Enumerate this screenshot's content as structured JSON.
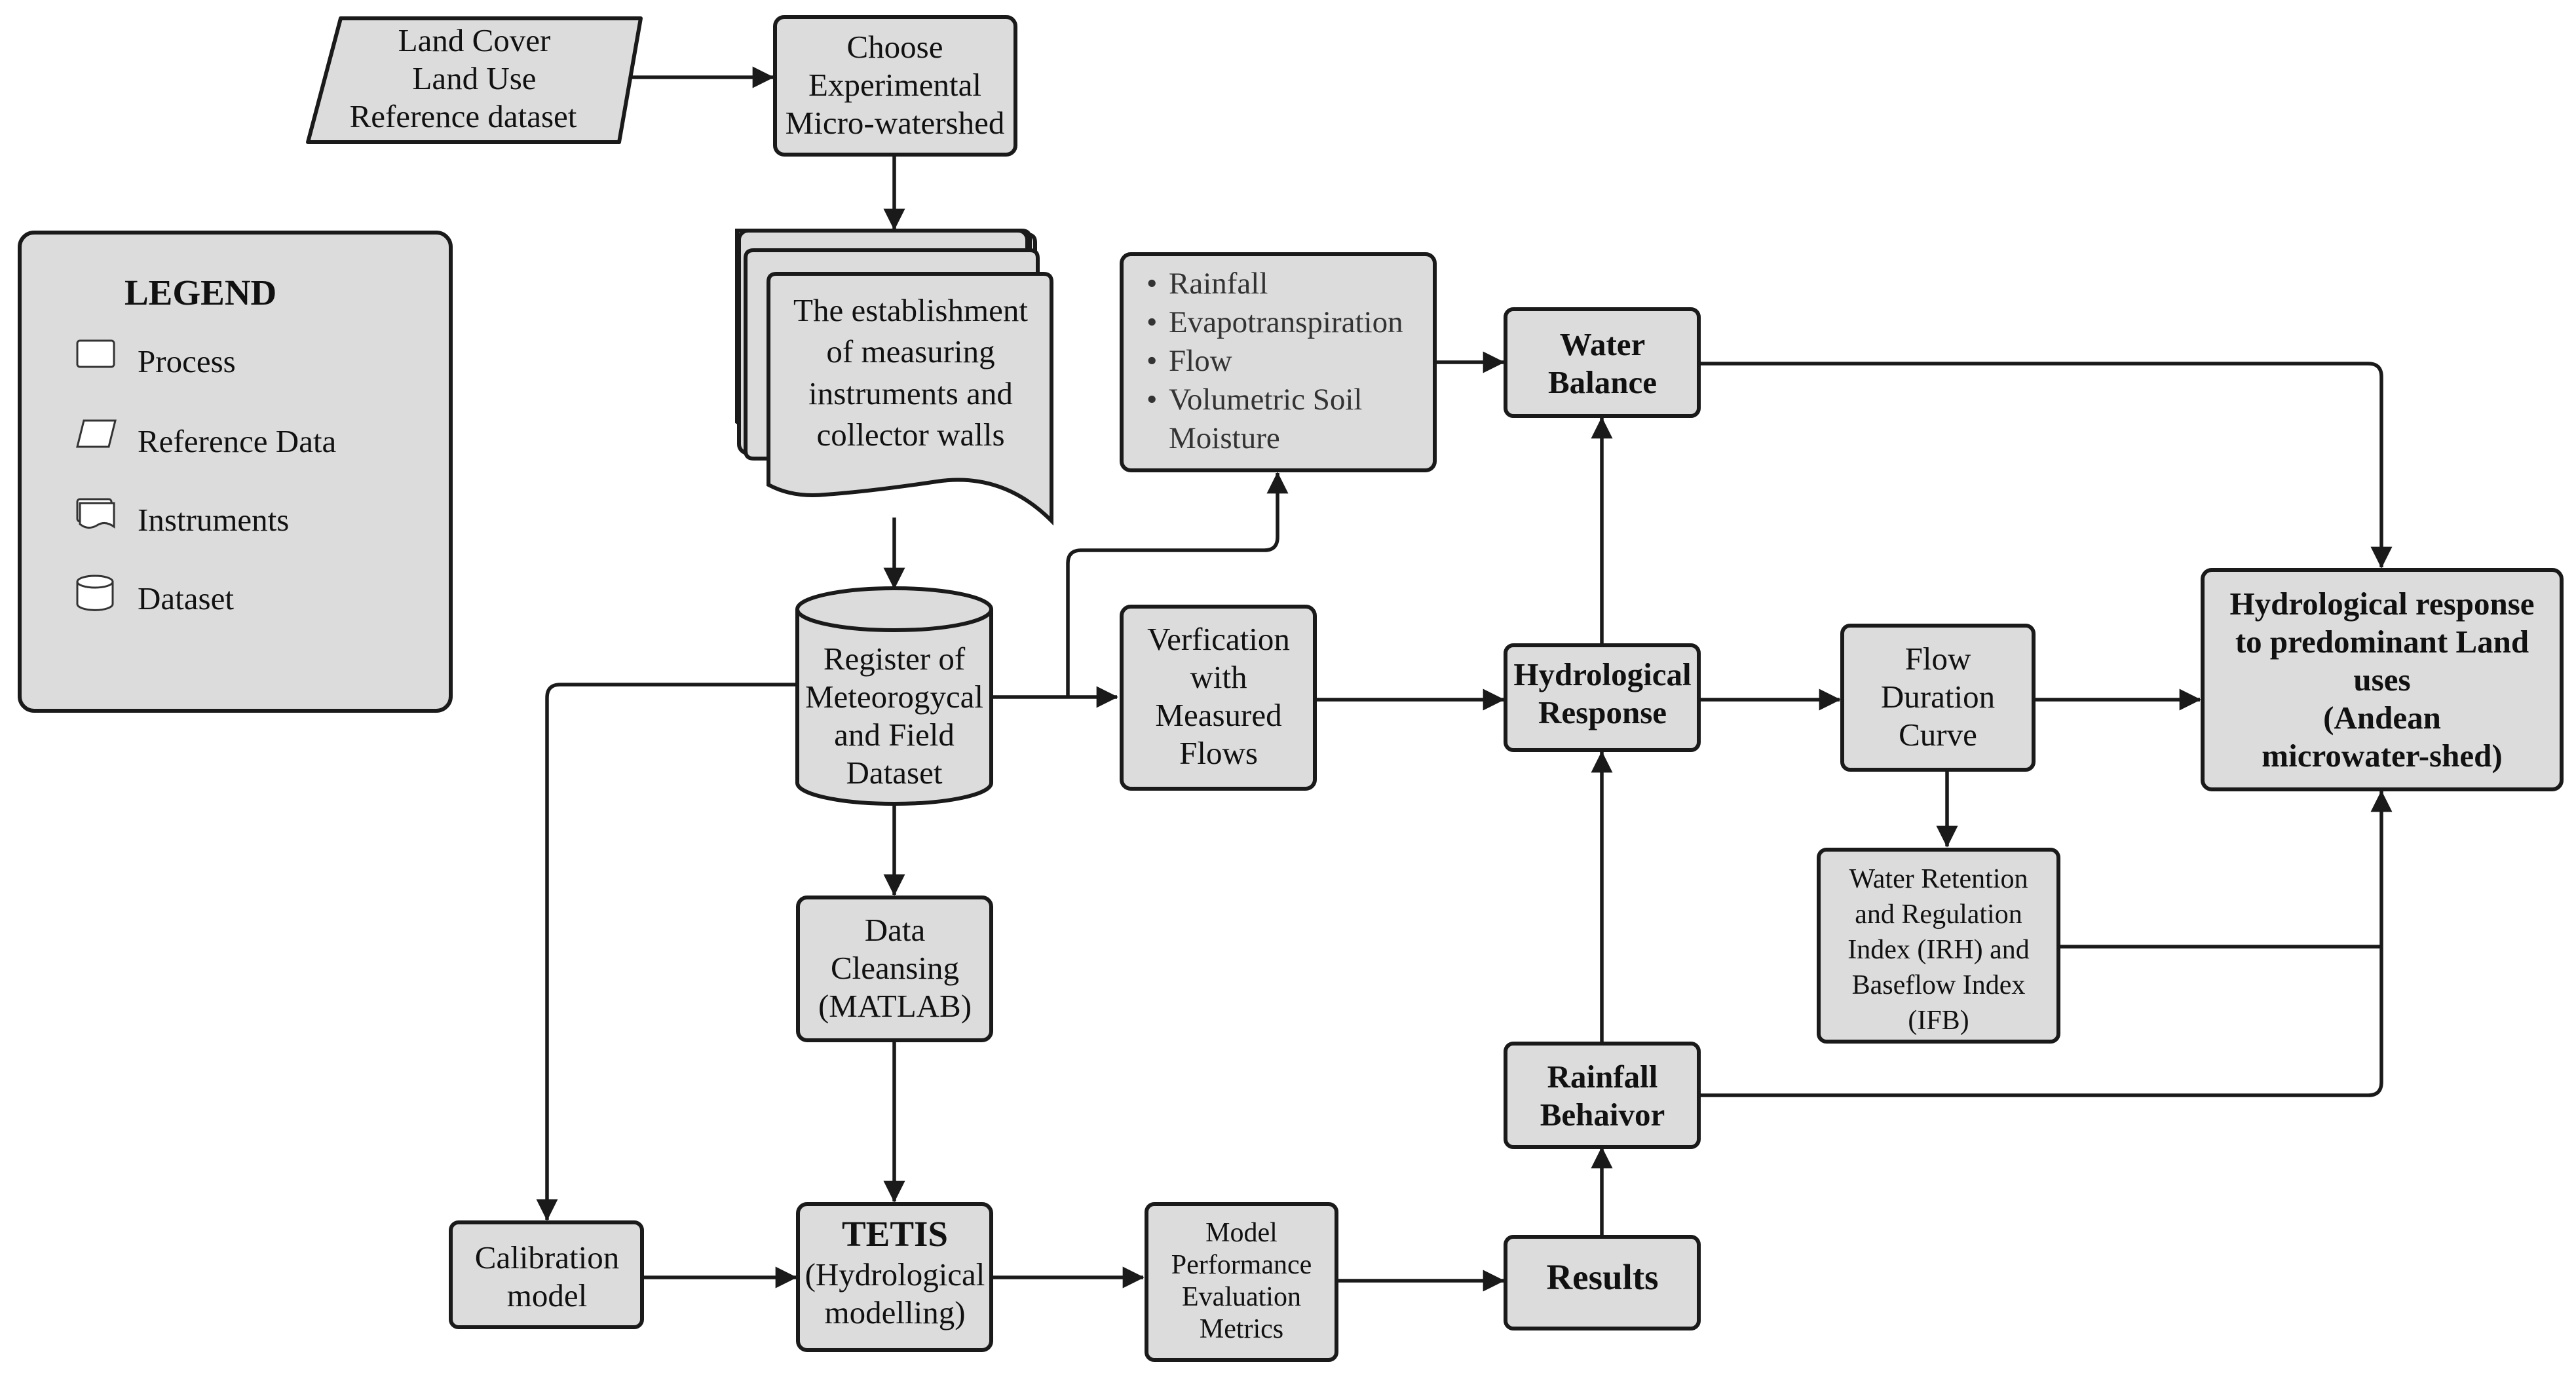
{
  "legend": {
    "title": "LEGEND",
    "items": [
      "Process",
      "Reference Data",
      "Instruments",
      "Dataset"
    ]
  },
  "nodes": {
    "land_cover": [
      "Land Cover",
      "Land Use",
      "Reference dataset"
    ],
    "choose_watershed": [
      "Choose",
      "Experimental",
      "Micro-watershed"
    ],
    "establishment": [
      "The establishment",
      "of measuring",
      "instruments and",
      "collector walls"
    ],
    "register": [
      "Register of",
      "Meteorogycal",
      "and Field",
      "Dataset"
    ],
    "variables": [
      "Rainfall",
      "Evapotranspiration",
      "Flow",
      "Volumetric Soil",
      "Moisture"
    ],
    "water_balance": [
      "Water",
      "Balance"
    ],
    "verification": [
      "Verfication",
      "with",
      "Measured",
      "Flows"
    ],
    "hydro_response": [
      "Hydrological",
      "Response"
    ],
    "flow_duration": [
      "Flow",
      "Duration",
      "Curve"
    ],
    "final_response": [
      "Hydrological response",
      "to predominant Land",
      "uses",
      "(Andean",
      "microwater-shed)"
    ],
    "water_retention": [
      "Water Retention",
      "and Regulation",
      "Index (IRH) and",
      "Baseflow Index",
      "(IFB)"
    ],
    "data_cleansing": [
      "Data",
      "Cleansing",
      "(MATLAB)"
    ],
    "rainfall_behavior": [
      "Rainfall",
      "Behaivor"
    ],
    "calibration": [
      "Calibration",
      "model"
    ],
    "tetis_title": "TETIS",
    "tetis_sub": [
      "(Hydrological",
      "modelling)"
    ],
    "model_perf": [
      "Model",
      "Performance",
      "Evaluation",
      "Metrics"
    ],
    "results": "Results"
  }
}
